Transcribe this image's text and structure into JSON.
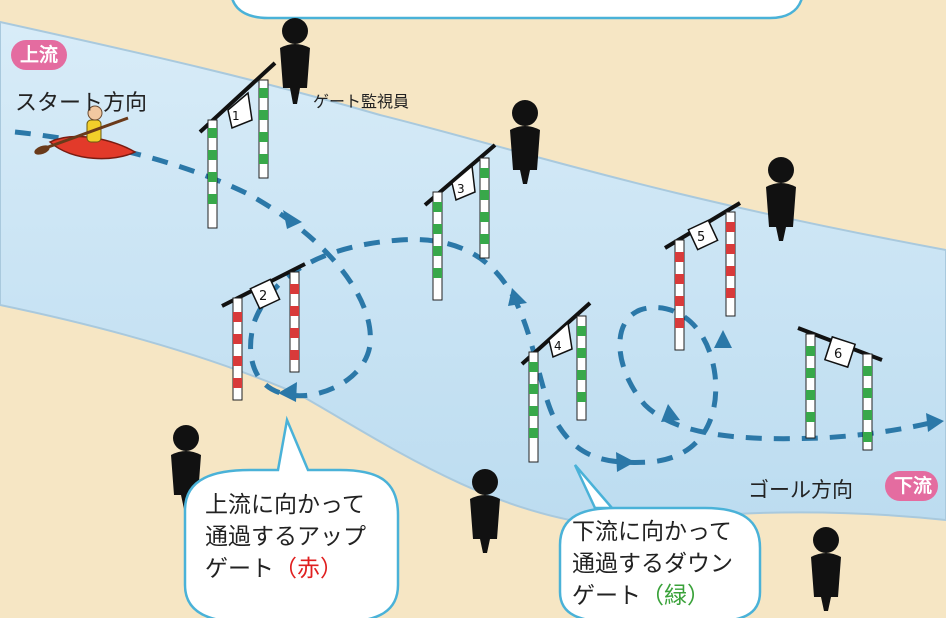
{
  "upstream_badge": "上流",
  "start_direction": "スタート方向",
  "gate_judge_label": "ゲート監視員",
  "goal_direction": "ゴール方向",
  "downstream_badge": "下流",
  "gates": [
    {
      "number": "1"
    },
    {
      "number": "2"
    },
    {
      "number": "3"
    },
    {
      "number": "4"
    },
    {
      "number": "5"
    },
    {
      "number": "6"
    }
  ],
  "up_gate_bubble": {
    "line1": "上流に向かって",
    "line2": "通過するアップ",
    "line3_prefix": "ゲート",
    "color_word": "（赤）"
  },
  "down_gate_bubble": {
    "line1": "下流に向かって",
    "line2": "通過するダウン",
    "line3_prefix": "ゲート",
    "color_word": "（緑）"
  },
  "colors": {
    "sand": "#f6e6c4",
    "water": "#cfe6f4",
    "path": "#2b78a8",
    "up_gate_red": "#d83a3a",
    "down_gate_green": "#38a84a",
    "badge": "#e46ca0",
    "bubble_border": "#4ab2d8"
  }
}
